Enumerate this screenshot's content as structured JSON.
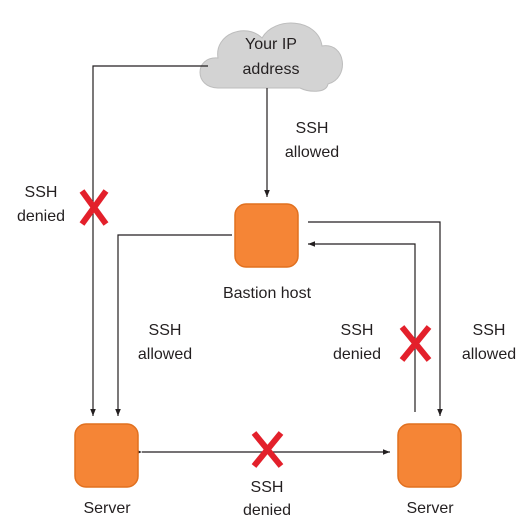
{
  "colors": {
    "node_fill": "#f58536",
    "node_stroke": "#e1701f",
    "line": "#231f20",
    "deny_mark": "#e3202b",
    "cloud_fill": "#d3d3d3"
  },
  "icons": {
    "internet": "cloud-icon",
    "deny": "x-mark-icon"
  },
  "nodes": {
    "cloud": {
      "line1": "Your IP",
      "line2": "address"
    },
    "bastion": {
      "label": "Bastion host"
    },
    "server_left": {
      "label": "Server"
    },
    "server_right": {
      "label": "Server"
    }
  },
  "edges": {
    "cloud_to_bastion": {
      "line1": "SSH",
      "line2": "allowed"
    },
    "cloud_to_server_left": {
      "line1": "SSH",
      "line2": "denied"
    },
    "bastion_to_server_left": {
      "line1": "SSH",
      "line2": "allowed"
    },
    "server_right_to_bastion": {
      "line1": "SSH",
      "line2": "denied"
    },
    "bastion_to_server_right": {
      "line1": "SSH",
      "line2": "allowed"
    },
    "server_to_server": {
      "line1": "SSH",
      "line2": "denied"
    }
  }
}
